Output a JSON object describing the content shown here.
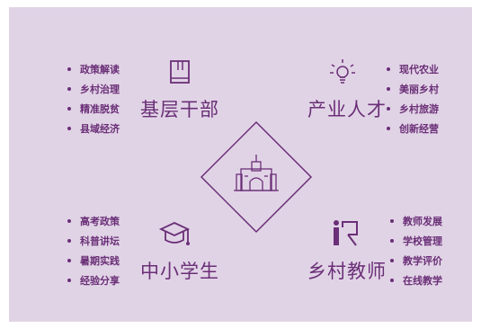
{
  "quadrants": {
    "top_left": {
      "title": "基层干部",
      "icon": "book-icon",
      "items": [
        "政策解读",
        "乡村治理",
        "精准脱贫",
        "县域经济"
      ]
    },
    "top_right": {
      "title": "产业人才",
      "icon": "lightbulb-icon",
      "items": [
        "现代农业",
        "美丽乡村",
        "乡村旅游",
        "创新经营"
      ]
    },
    "bottom_left": {
      "title": "中小学生",
      "icon": "graduation-cap-icon",
      "items": [
        "高考政策",
        "科普讲坛",
        "暑期实践",
        "经验分享"
      ]
    },
    "bottom_right": {
      "title": "乡村教师",
      "icon": "teacher-board-icon",
      "items": [
        "教师发展",
        "学校管理",
        "教学评价",
        "在线教学"
      ]
    }
  },
  "center": {
    "icon": "university-gate-icon"
  },
  "colors": {
    "background": "#e1d3e6",
    "accent": "#6a2f77"
  }
}
